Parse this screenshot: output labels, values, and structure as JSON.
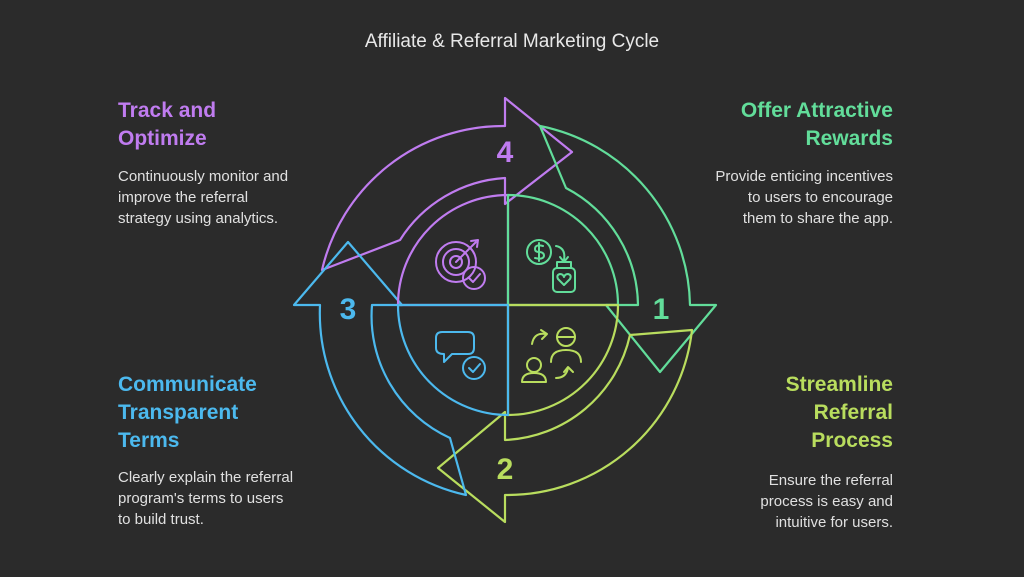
{
  "title": "Affiliate & Referral Marketing Cycle",
  "steps": [
    {
      "number": "1",
      "heading": "Offer Attractive\nRewards",
      "description": "Provide enticing incentives to users to encourage them to share the app.",
      "color": "#62dd9a",
      "icon": "dollar-to-gift-icon"
    },
    {
      "number": "2",
      "heading": "Streamline\nReferral\nProcess",
      "description": "Ensure the referral process is easy and intuitive for users.",
      "color": "#b9dd5e",
      "icon": "user-referral-icon"
    },
    {
      "number": "3",
      "heading": "Communicate\nTransparent\nTerms",
      "description": "Clearly explain the referral program's terms to users to build trust.",
      "color": "#4cb9ee",
      "icon": "chat-check-icon"
    },
    {
      "number": "4",
      "heading": "Track and\nOptimize",
      "description": "Continuously monitor and improve the referral strategy using analytics.",
      "color": "#c07cf0",
      "icon": "target-check-icon"
    }
  ]
}
